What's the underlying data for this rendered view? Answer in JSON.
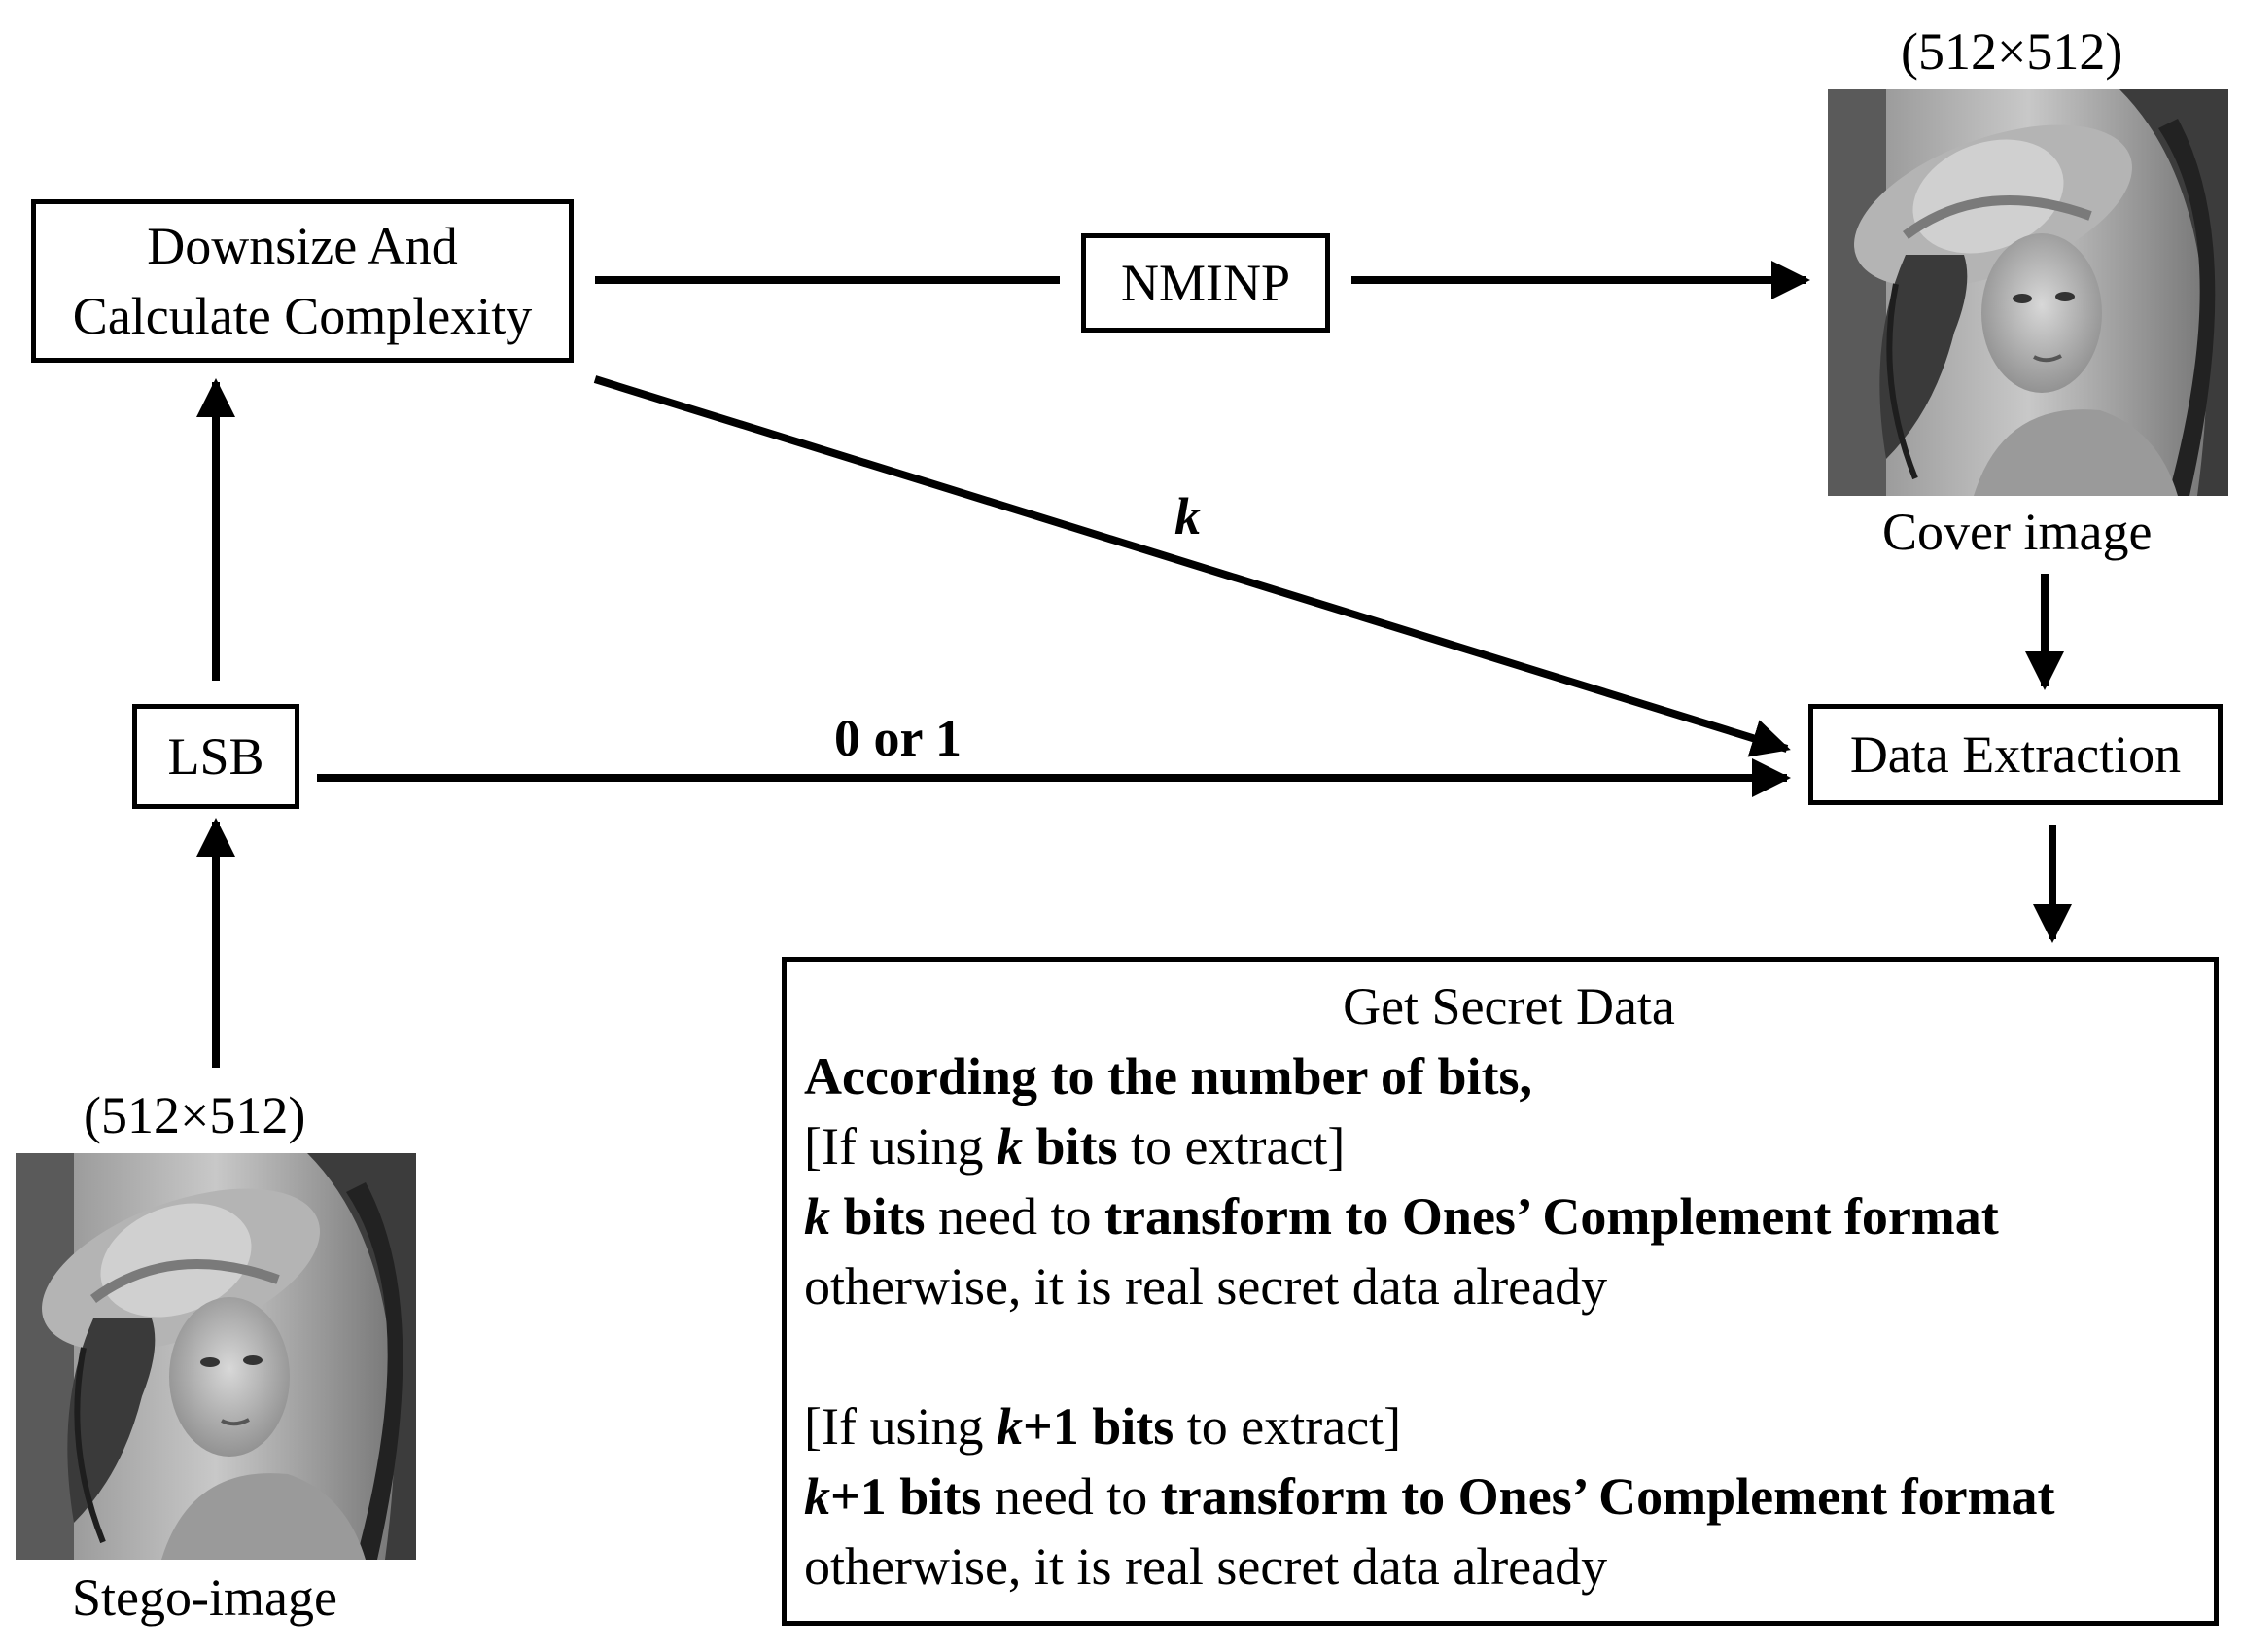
{
  "nodes": {
    "downsize": {
      "line1": "Downsize And",
      "line2": "Calculate Complexity"
    },
    "nminp": {
      "label": "NMINP"
    },
    "lsb": {
      "label": "LSB"
    },
    "extraction": {
      "label": "Data Extraction"
    }
  },
  "cover": {
    "size": "(512×512)",
    "caption": "Cover image"
  },
  "stego": {
    "size": "(512×512)",
    "caption": "Stego-image"
  },
  "edges": {
    "k_label": "k",
    "zero_one_label": "0 or 1"
  },
  "secret_box": {
    "title": "Get Secret Data",
    "heading": "According to the number of bits,",
    "block1": {
      "cond_open": "[If using ",
      "cond_k": "k",
      "cond_bits": " bits",
      "cond_close": " to extract]",
      "line_k": "k",
      "line_bits": " bits",
      "line_need": " need to ",
      "line_transform": "transform to Ones’ Complement format",
      "otherwise": "otherwise, it is real secret data already"
    },
    "block2": {
      "cond_open": "[If using ",
      "cond_k": "k",
      "cond_bits": "+1 bits",
      "cond_close": " to extract]",
      "line_k": "k",
      "line_bits": "+1 bits",
      "line_need": " need to ",
      "line_transform": "transform to Ones’ Complement format",
      "otherwise": "otherwise, it is real secret data already"
    }
  }
}
